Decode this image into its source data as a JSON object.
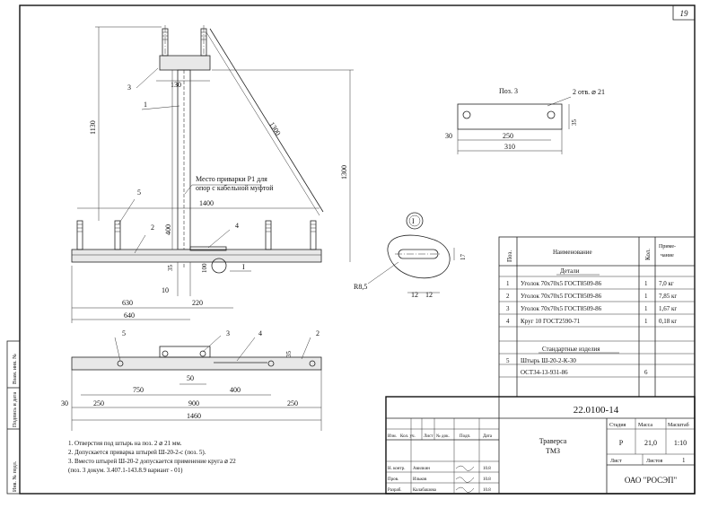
{
  "sheet": {
    "page_number": "19",
    "side_stamp": [
      "Инв. № подл.",
      "Подпись и дата",
      "Взам. инв. №"
    ]
  },
  "view_main": {
    "callouts": [
      "1",
      "2",
      "3",
      "4",
      "5"
    ],
    "dims": {
      "d130": "130",
      "d1130": "1130",
      "d1300_diag": "1300",
      "d1300_v": "1300",
      "d1400": "1400",
      "d400": "400",
      "d35": "35",
      "d100": "100",
      "d10": "10",
      "d220": "220",
      "d630": "630",
      "d640": "640"
    },
    "note_line1": "Место приварки Р1 для",
    "note_line2": "опор с кабельной муфтой",
    "section_mark": "I"
  },
  "view_pos3": {
    "title": "Поз. 3",
    "holes": "2 отв. ⌀ 21",
    "d35": "35",
    "d30": "30",
    "d250": "250",
    "d310": "310"
  },
  "detail_I": {
    "mark": "I",
    "r": "R8,5",
    "d12a": "12",
    "d12b": "12",
    "d17": "17"
  },
  "view_bottom": {
    "callouts": [
      "5",
      "3",
      "4",
      "2"
    ],
    "dims": {
      "d35": "35",
      "d50": "50",
      "d30": "30",
      "d250a": "250",
      "d750": "750",
      "d400": "400",
      "d900": "900",
      "d250b": "250",
      "d1460": "1460"
    }
  },
  "spec_table": {
    "headers": [
      "Поз.",
      "Наименование",
      "Кол.",
      "Приме-\nчание"
    ],
    "section_details": "Детали",
    "rows": [
      {
        "pos": "1",
        "name": "Уголок 70х70х5 ГОСТ8509-86",
        "qty": "1",
        "note": "7,0 кг"
      },
      {
        "pos": "2",
        "name": "Уголок 70х70х5 ГОСТ8509-86",
        "qty": "1",
        "note": "7,85 кг"
      },
      {
        "pos": "3",
        "name": "Уголок 70х70х5 ГОСТ8509-86",
        "qty": "1",
        "note": "1,67 кг"
      },
      {
        "pos": "4",
        "name": "Круг 10 ГОСТ2590-71",
        "qty": "1",
        "note": "0,18 кг"
      }
    ],
    "section_std": "Стандартные изделия",
    "std_rows": [
      {
        "pos": "5",
        "name": "Штырь Ш-20-2-К-30",
        "qty": "",
        "note": ""
      },
      {
        "pos": "",
        "name": "ОСТ34-13-931-86",
        "qty": "6",
        "note": ""
      }
    ]
  },
  "notes": [
    "1. Отверстия под штырь на поз. 2 ⌀ 21 мм.",
    "2. Допускается приварка штырей Ш-20-2-с (поз. 5).",
    "3. Вместо штырей Ш-20-2 допускается применение круга ⌀ 22",
    "(поз. 3 докум. 3.407.1-143.8.9 вариант - 01)"
  ],
  "title_block": {
    "doc_number": "22.0100-14",
    "name_line1": "Траверса",
    "name_line2": "ТМЗ",
    "col_labels": [
      "Изм.",
      "Кол. уч.",
      "Лист",
      "№ док.",
      "Подп.",
      "Дата"
    ],
    "stage_label": "Стадия",
    "mass_label": "Масса",
    "scale_label": "Масштаб",
    "stage": "Р",
    "mass": "21,0",
    "scale": "1:10",
    "sheet_label": "Лист",
    "sheets_label": "Листов",
    "sheets_count": "1",
    "people": [
      {
        "role": "Н. контр.",
        "name": "Авилкин",
        "date": "10.8"
      },
      {
        "role": "Пров.",
        "name": "Ильков",
        "date": "10.8"
      },
      {
        "role": "Разраб.",
        "name": "Калабашова",
        "date": "10.8"
      }
    ],
    "org": "ОАО \"РОСЭП\""
  }
}
